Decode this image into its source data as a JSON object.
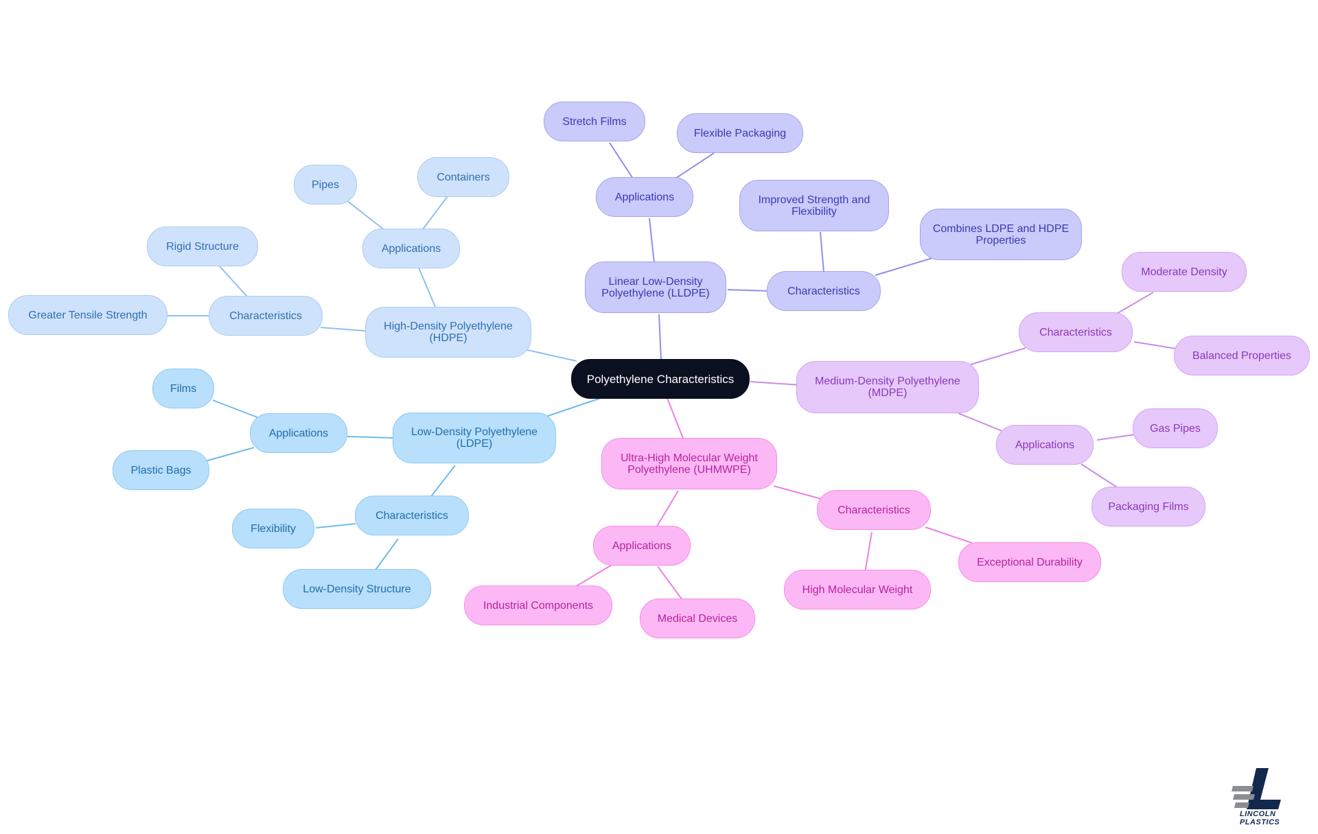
{
  "colors": {
    "root": "#0b1020",
    "hdpe": "#8ec0ef",
    "ldpe": "#6fbbe9",
    "lldpe": "#8f8fe8",
    "mdpe": "#c98be9",
    "uhmwpe": "#ee7fe1",
    "logo_navy": "#13294b",
    "logo_gray": "#8a8d93"
  },
  "mindmap": {
    "root": "Polyethylene Characteristics",
    "branches": {
      "hdpe": {
        "label": "High-Density Polyethylene (HDPE)",
        "applications": {
          "label": "Applications",
          "items": [
            "Pipes",
            "Containers"
          ]
        },
        "characteristics": {
          "label": "Characteristics",
          "items": [
            "Rigid Structure",
            "Greater Tensile Strength"
          ]
        }
      },
      "ldpe": {
        "label": "Low-Density Polyethylene (LDPE)",
        "applications": {
          "label": "Applications",
          "items": [
            "Films",
            "Plastic Bags"
          ]
        },
        "characteristics": {
          "label": "Characteristics",
          "items": [
            "Flexibility",
            "Low-Density Structure"
          ]
        }
      },
      "lldpe": {
        "label": "Linear Low-Density Polyethylene (LLDPE)",
        "applications": {
          "label": "Applications",
          "items": [
            "Stretch Films",
            "Flexible Packaging"
          ]
        },
        "characteristics": {
          "label": "Characteristics",
          "items": [
            "Improved Strength and Flexibility",
            "Combines LDPE and HDPE Properties"
          ]
        }
      },
      "mdpe": {
        "label": "Medium-Density Polyethylene (MDPE)",
        "characteristics": {
          "label": "Characteristics",
          "items": [
            "Moderate Density",
            "Balanced Properties"
          ]
        },
        "applications": {
          "label": "Applications",
          "items": [
            "Gas Pipes",
            "Packaging Films"
          ]
        }
      },
      "uhmwpe": {
        "label": "Ultra-High Molecular Weight Polyethylene (UHMWPE)",
        "applications": {
          "label": "Applications",
          "items": [
            "Industrial Components",
            "Medical Devices"
          ]
        },
        "characteristics": {
          "label": "Characteristics",
          "items": [
            "High Molecular Weight",
            "Exceptional Durability"
          ]
        }
      }
    }
  },
  "logo": {
    "text": "LINCOLN PLASTICS"
  }
}
